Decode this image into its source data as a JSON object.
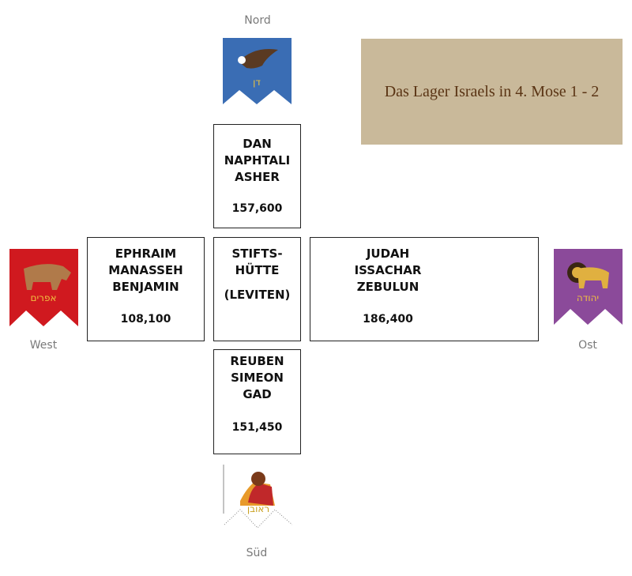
{
  "title": "Das Lager Israels in 4. Mose 1 - 2",
  "directions": {
    "north": "Nord",
    "west": "West",
    "east": "Ost",
    "south": "Süd"
  },
  "camps": {
    "north": {
      "tribes": [
        "DAN",
        "NAPHTALI",
        "ASHER"
      ],
      "total": "157,600",
      "banner_hebrew": "דן",
      "banner_color": "#3a6db4"
    },
    "west": {
      "tribes": [
        "EPHRAIM",
        "MANASSEH",
        "BENJAMIN"
      ],
      "total": "108,100",
      "banner_hebrew": "אפרים",
      "banner_color": "#d0191f"
    },
    "east": {
      "tribes": [
        "JUDAH",
        "ISSACHAR",
        "ZEBULUN"
      ],
      "total": "186,400",
      "banner_hebrew": "יהודה",
      "banner_color": "#8b4a9a"
    },
    "south": {
      "tribes": [
        "REUBEN",
        "SIMEON",
        "GAD"
      ],
      "total": "151,450",
      "banner_hebrew": "ראובן",
      "banner_color": "#ffffff"
    }
  },
  "center": {
    "line1": "STIFTS-",
    "line2": "HÜTTE",
    "line3": "(LEVITEN)"
  }
}
